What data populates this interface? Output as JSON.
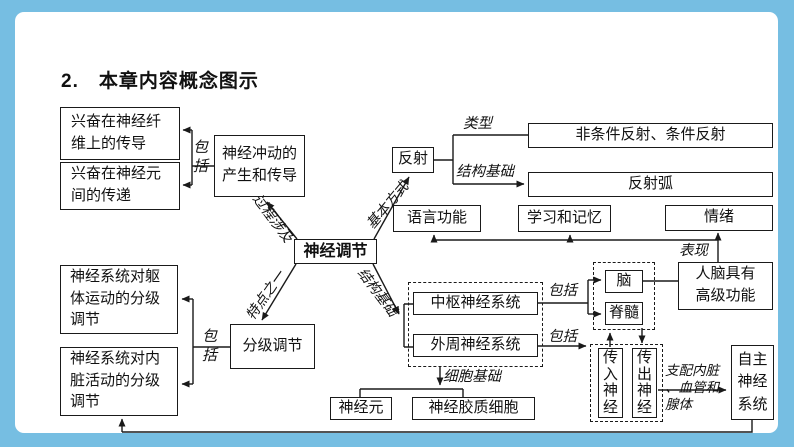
{
  "colors": {
    "frame_blue": "#76BEE2",
    "line_black": "#1a1a1a",
    "panel_white": "#ffffff"
  },
  "title": "2.　本章内容概念图示",
  "nodes": {
    "excitation_fiber": {
      "label": "兴奋在神经纤维上的传导"
    },
    "excitation_neuron": {
      "label": "兴奋在神经元间的传递"
    },
    "nerve_impulse": {
      "label": "神经冲动的产生和传导"
    },
    "neural_regulation": {
      "label": "神经调节"
    },
    "reflex": {
      "label": "反射"
    },
    "reflex_types": {
      "label": "非条件反射、条件反射"
    },
    "reflex_arc": {
      "label": "反射弧"
    },
    "language": {
      "label": "语言功能"
    },
    "learning_memory": {
      "label": "学习和记忆"
    },
    "emotion": {
      "label": "情绪"
    },
    "brain_advanced": {
      "label": "人脑具有高级功能"
    },
    "cns": {
      "label": "中枢神经系统"
    },
    "pns": {
      "label": "外周神经系统"
    },
    "brain": {
      "label": "脑"
    },
    "spinal_cord": {
      "label": "脊髓"
    },
    "afferent": {
      "label": "传入神经"
    },
    "efferent": {
      "label": "传出神经"
    },
    "autonomic": {
      "label": "自主神经系统"
    },
    "hierarchical": {
      "label": "分级调节"
    },
    "somatic_reg": {
      "label": "神经系统对躯体运动的分级调节"
    },
    "visceral_reg": {
      "label": "神经系统对内脏活动的分级调节"
    },
    "neuron": {
      "label": "神经元"
    },
    "glial": {
      "label": "神经胶质细胞"
    }
  },
  "edge_labels": {
    "include_impulse": "包括",
    "process": "过程涉及",
    "basic_mode": "基本方式",
    "feature": "特点之一",
    "structural_basis_diag": "结构基础",
    "type": "类型",
    "structural_basis": "结构基础",
    "expression": "表现",
    "include_cns": "包括",
    "include_pns": "包括",
    "cell_basis": "细胞基础",
    "dominates": "支配内脏、血管和腺体",
    "include_hier": "包括"
  }
}
